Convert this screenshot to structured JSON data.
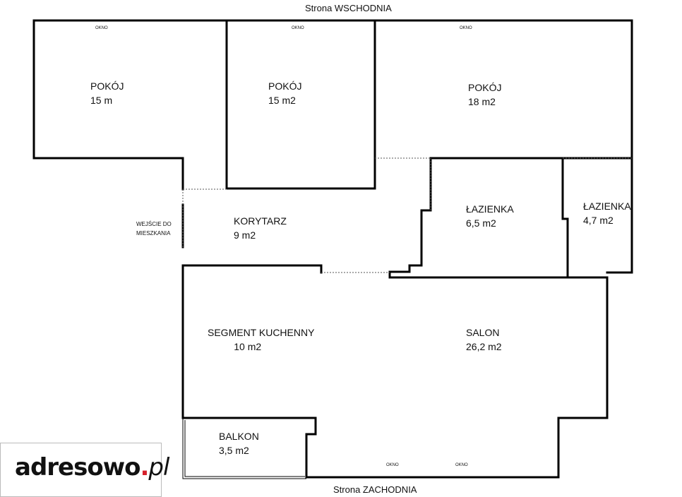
{
  "sides": {
    "east": "Strona WSCHODNIA",
    "west": "Strona ZACHODNIA"
  },
  "window_label": "OKNO",
  "entrance": {
    "line1": "WEJŚCIE DO",
    "line2": "MIESZKANIA"
  },
  "rooms": [
    {
      "id": "pokoj1",
      "name": "POKÓJ",
      "area": "15 m"
    },
    {
      "id": "pokoj2",
      "name": "POKÓJ",
      "area": "15 m2"
    },
    {
      "id": "pokoj3",
      "name": "POKÓJ",
      "area": "18 m2"
    },
    {
      "id": "lazienka1",
      "name": "ŁAZIENKA",
      "area": "6,5 m2"
    },
    {
      "id": "lazienka2",
      "name": "ŁAZIENKA",
      "area": "4,7 m2"
    },
    {
      "id": "korytarz",
      "name": "KORYTARZ",
      "area": "9 m2"
    },
    {
      "id": "kuchnia",
      "name": "SEGMENT KUCHENNY",
      "area": "10 m2"
    },
    {
      "id": "salon",
      "name": "SALON",
      "area": "26,2 m2"
    },
    {
      "id": "balkon",
      "name": "BALKON",
      "area": "3,5 m2"
    }
  ],
  "logo": {
    "brand": "adresowo",
    "dot": ".",
    "ext": "pl"
  }
}
